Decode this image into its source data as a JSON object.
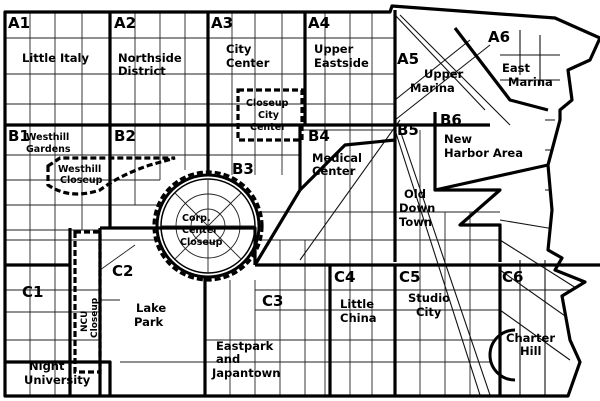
{
  "map": {
    "sectors": [
      {
        "code": "A1",
        "name": [
          "Little Italy"
        ]
      },
      {
        "code": "A2",
        "name": [
          "Northside",
          "District"
        ]
      },
      {
        "code": "A3",
        "name": [
          "City",
          "Center"
        ]
      },
      {
        "code": "A4",
        "name": [
          "Upper",
          "Eastside"
        ]
      },
      {
        "code": "A5",
        "name": [
          "Upper",
          "Marina"
        ]
      },
      {
        "code": "A6",
        "name": [
          "East",
          "Marina"
        ]
      },
      {
        "code": "B1",
        "name": [
          "Westhill",
          "Gardens"
        ]
      },
      {
        "code": "B2",
        "name": []
      },
      {
        "code": "B3",
        "name": []
      },
      {
        "code": "B4",
        "name": [
          "Medical",
          "Center"
        ]
      },
      {
        "code": "B5",
        "name": [
          "Old",
          "Down",
          "Town"
        ]
      },
      {
        "code": "B6",
        "name": [
          "New",
          "Harbor Area"
        ]
      },
      {
        "code": "C1",
        "name": [
          "Night",
          "University"
        ]
      },
      {
        "code": "C2",
        "name": [
          "Lake",
          "Park"
        ]
      },
      {
        "code": "C3",
        "name": [
          "Eastpark",
          "and",
          "Japantown"
        ]
      },
      {
        "code": "C4",
        "name": [
          "Little",
          "China"
        ]
      },
      {
        "code": "C5",
        "name": [
          "Studio",
          "City"
        ]
      },
      {
        "code": "C6",
        "name": [
          "Charter",
          "Hill"
        ]
      }
    ],
    "closeups": {
      "city_center": [
        "Closeup",
        "City",
        "Center"
      ],
      "westhill": [
        "Westhill",
        "Closeup"
      ],
      "corp_center": [
        "Corp.",
        "Center",
        "Closeup"
      ],
      "ncu": [
        "NCU",
        "Closeup"
      ]
    }
  }
}
